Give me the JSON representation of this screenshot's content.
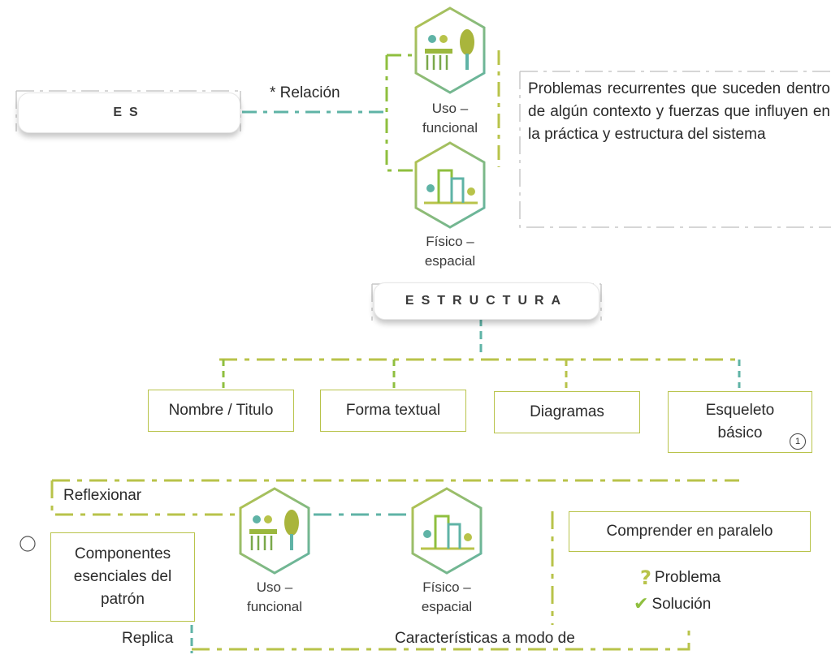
{
  "top": {
    "es_label": "ES",
    "relacion_label": "* Relación",
    "icon1_label": "Uso –\nfuncional",
    "icon2_label": "Físico –\nespacial",
    "description": "Problemas recurrentes que suceden dentro de algún contexto y fuerzas que influyen en la práctica y estructura del sistema"
  },
  "estructura": {
    "title": "ESTRUCTURA",
    "items": [
      {
        "label": "Nombre / Titulo"
      },
      {
        "label": "Forma textual"
      },
      {
        "label": "Diagramas"
      },
      {
        "label": "Esqueleto\nbásico",
        "marker": "1"
      }
    ]
  },
  "bottom": {
    "reflexionar": "Reflexionar",
    "componentes": "Componentes\nesenciales del\npatrón",
    "icon1_label": "Uso –\nfuncional",
    "icon2_label": "Físico –\nespacial",
    "comprender": "Comprender en paralelo",
    "problema": "Problema",
    "solucion": "Solución",
    "replica": "Replica",
    "caracteristicas": "Características a modo de"
  },
  "colors": {
    "teal": "#5fb3a6",
    "olive": "#b8c34a",
    "green": "#8fbf3f",
    "dark": "#2a2a2a"
  }
}
